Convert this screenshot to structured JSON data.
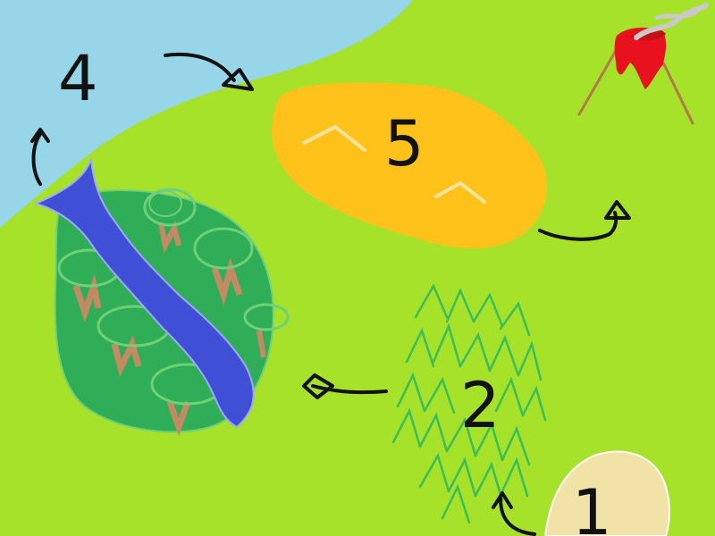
{
  "diagram": {
    "stage_labels": {
      "stage1": "1",
      "stage2": "2",
      "stage4": "4",
      "stage5": "5"
    },
    "colors": {
      "grassland": "#a6e22a",
      "ocean": "#96d6e8",
      "desert": "#ffc21a",
      "desert_dunes": "#ffe3a0",
      "forest": "#2fae57",
      "river": "#3f4fd6",
      "tall_grass": "#3bbd5a",
      "sand_patch": "#f1e2a6",
      "volcano_lava": "#e8121e",
      "volcano_slope": "#b07a4a",
      "smoke": "#c9c9c9",
      "tree_trunk": "#c58a63",
      "arrow": "#111111"
    },
    "icons": {
      "ocean": "ocean-region",
      "desert": "desert-region",
      "forest": "forest-region",
      "grass": "tall-grass-region",
      "sand": "sand-patch-region",
      "volcano": "volcano-icon"
    }
  }
}
